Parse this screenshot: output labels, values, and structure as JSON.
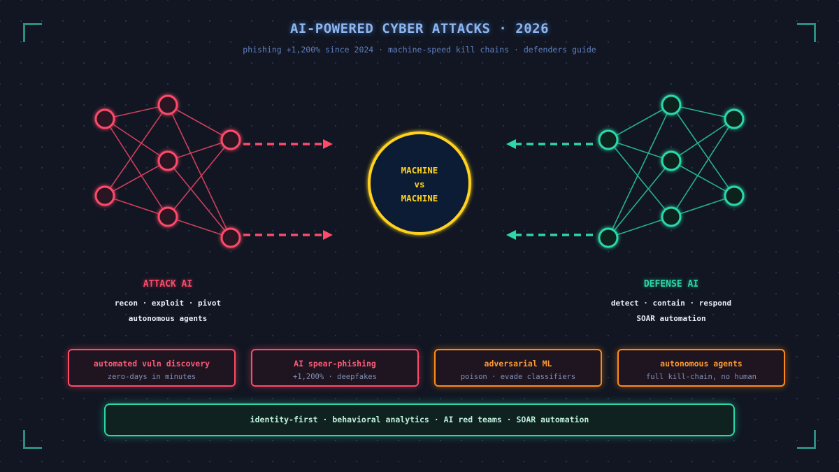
{
  "title": "AI-POWERED CYBER ATTACKS · 2026",
  "subtitle": "phishing +1,200% since 2024 · machine-speed kill chains · defenders guide",
  "center": {
    "line1": "MACHINE",
    "line2": "vs",
    "line3": "MACHINE"
  },
  "attack": {
    "title": "ATTACK AI",
    "line1": "recon · exploit · pivot",
    "line2": "autonomous agents"
  },
  "defense": {
    "title": "DEFENSE AI",
    "line1": "detect · contain · respond",
    "line2": "SOAR automation"
  },
  "cards": [
    {
      "title": "automated vuln discovery",
      "sub": "zero-days in minutes"
    },
    {
      "title": "AI spear-phishing",
      "sub": "+1,200% · deepfakes"
    },
    {
      "title": "adversarial ML",
      "sub": "poison · evade classifiers"
    },
    {
      "title": "autonomous agents",
      "sub": "full kill-chain, no human"
    }
  ],
  "banner": "identity-first · behavioral analytics · AI red teams · SOAR automation",
  "colors": {
    "attack": "#ff4a6a",
    "defense": "#2cd8a8",
    "center": "#ffd21c",
    "warning": "#ff8a1c",
    "title": "#8cb6f0"
  }
}
